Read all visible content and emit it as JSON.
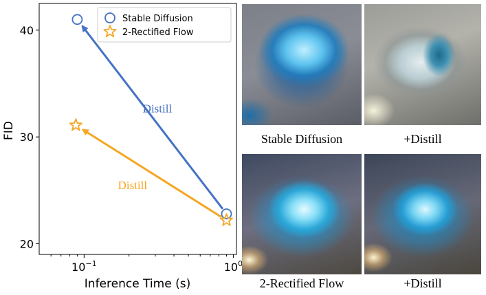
{
  "chart_data": {
    "type": "scatter",
    "x_scale": "log",
    "xlabel": "Inference Time (s)",
    "ylabel": "FID",
    "xticks": [
      {
        "v": 0.1,
        "base": "10",
        "exp": "−1"
      },
      {
        "v": 1,
        "base": "10",
        "exp": "0"
      }
    ],
    "yticks": [
      20,
      30,
      40
    ],
    "xlim": [
      0.05,
      1.05
    ],
    "ylim": [
      19,
      42.5
    ],
    "legend_position": "top-right",
    "series": [
      {
        "name": "Stable Diffusion",
        "marker": "circle",
        "color": "#4472c4",
        "from": {
          "x": 0.9,
          "y": 22.8
        },
        "to": {
          "x": 0.09,
          "y": 41
        },
        "annotation": "Distill"
      },
      {
        "name": "2-Rectified Flow",
        "marker": "star",
        "color": "#f5a623",
        "from": {
          "x": 0.9,
          "y": 22.2
        },
        "to": {
          "x": 0.088,
          "y": 31.1
        },
        "annotation": "Distill"
      }
    ]
  },
  "gallery": {
    "captions": [
      "Stable Diffusion",
      "+Distill",
      "2-Rectified Flow",
      "+Distill"
    ]
  }
}
